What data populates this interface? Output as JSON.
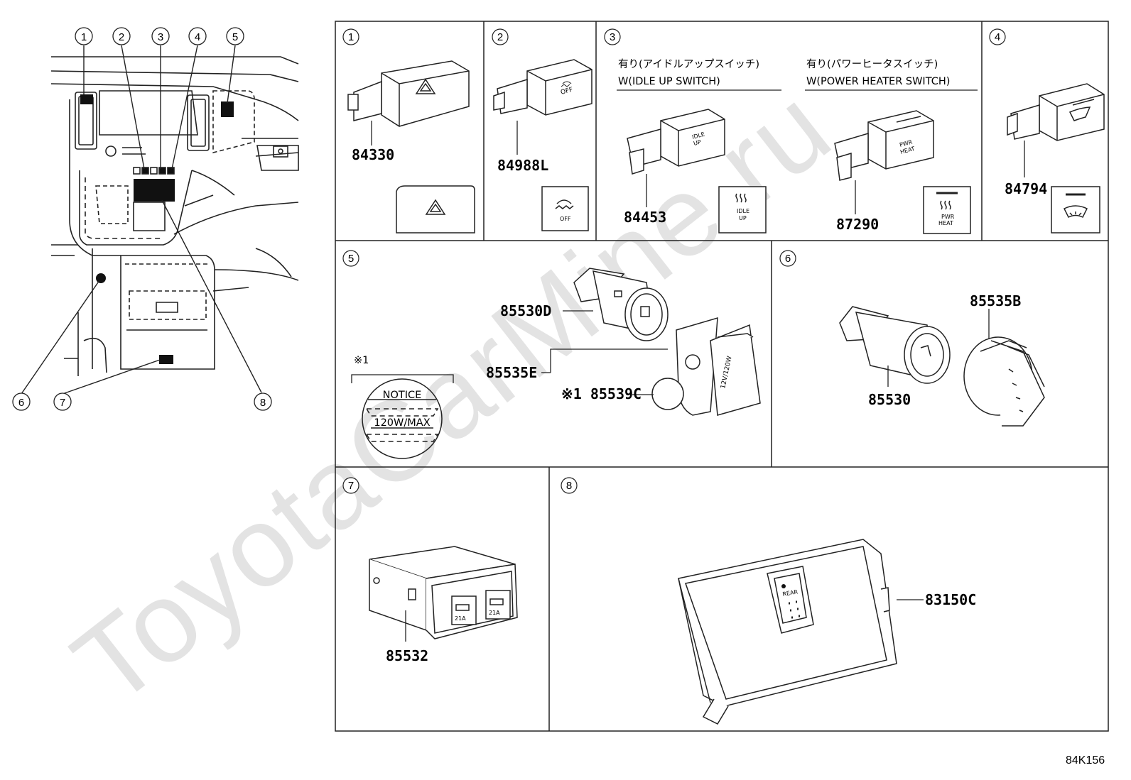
{
  "callouts": {
    "n1": "1",
    "n2": "2",
    "n3": "3",
    "n4": "4",
    "n5": "5",
    "n6": "6",
    "n7": "7",
    "n8": "8"
  },
  "panels": {
    "p1": {
      "number": "1",
      "part": "84330"
    },
    "p2": {
      "number": "2",
      "part": "84988L",
      "switch_label": "OFF"
    },
    "p3": {
      "number": "3",
      "left_caption_jp": "有り(アイドルアップスイッチ)",
      "left_caption_en": "W(IDLE UP SWITCH)",
      "right_caption_jp": "有り(パワーヒータスイッチ)",
      "right_caption_en": "W(POWER HEATER SWITCH)",
      "part_left": "84453",
      "part_right": "87290",
      "idle_label_1": "IDLE",
      "idle_label_2": "UP",
      "pwr_label_1": "PWR",
      "pwr_label_2": "HEAT"
    },
    "p4": {
      "number": "4",
      "part": "84794"
    },
    "p5": {
      "number": "5",
      "part_socket": "85530D",
      "part_assy": "85535E",
      "part_label": "※1 85539C",
      "note_mark": "※1",
      "notice_title": "NOTICE",
      "notice_text": "120W/MAX",
      "cap_text": "12V/120W"
    },
    "p6": {
      "number": "6",
      "part_socket": "85530",
      "part_cap": "85535B"
    },
    "p7": {
      "number": "7",
      "part": "85532",
      "label_a": "21A",
      "label_b": "21A"
    },
    "p8": {
      "number": "8",
      "part": "83150C",
      "label": "REAR"
    }
  },
  "diagram_code": "84K156",
  "watermark": "ToyotaCarMine.ru"
}
